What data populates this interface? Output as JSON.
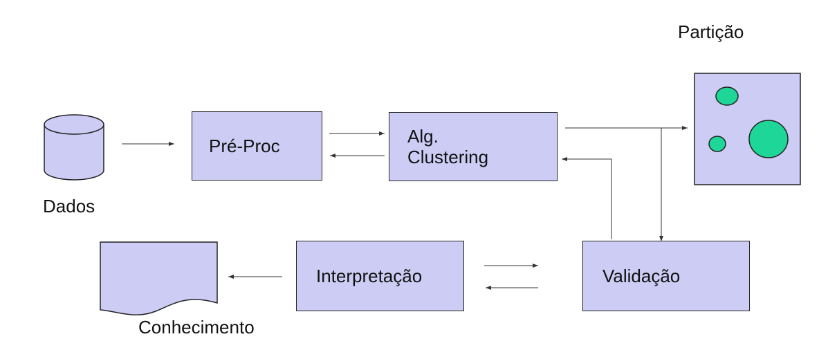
{
  "diagram": {
    "nodes": {
      "dados": "Dados",
      "preproc": "Pré-Proc",
      "clustering": "Alg.\nClustering",
      "particao": "Partição",
      "validacao": "Validação",
      "interpretacao": "Interpretação",
      "conhecimento": "Conhecimento"
    },
    "colors": {
      "box_fill": "#ccccf5",
      "outline": "#222222",
      "cluster_fill": "#1fd699"
    },
    "icons": {
      "dados": "database-cylinder-icon",
      "conhecimento": "document-icon"
    }
  }
}
